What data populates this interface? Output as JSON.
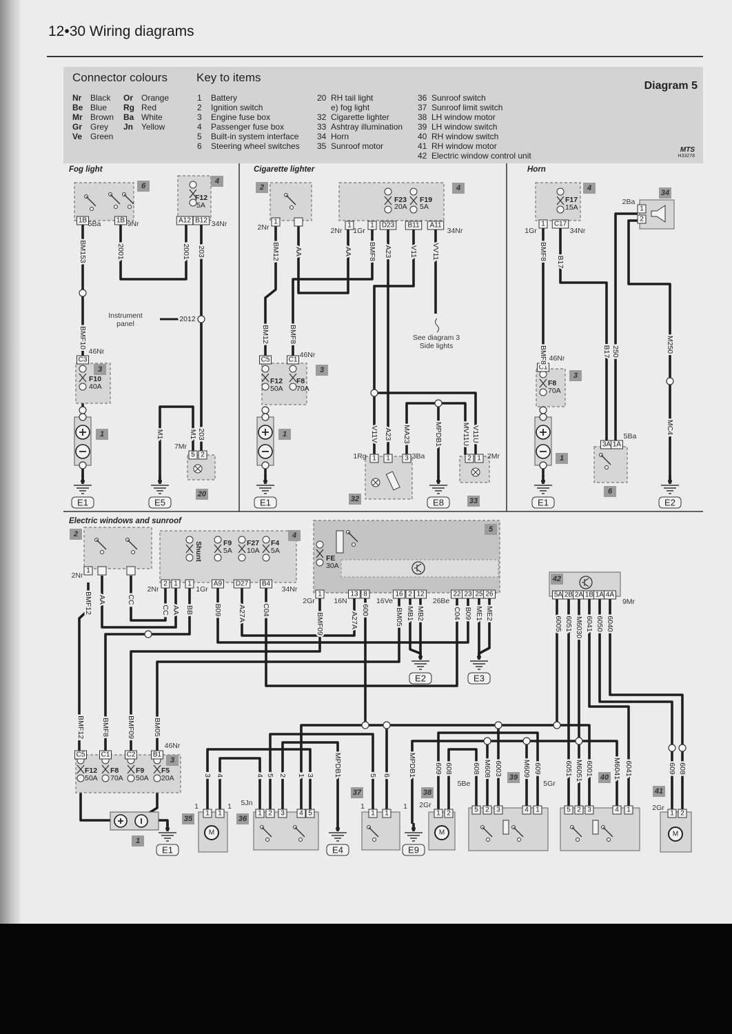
{
  "page_header": "12•30 Wiring diagrams",
  "key_panel": {
    "connector_title": "Connector colours",
    "connector_colours": [
      {
        "code": "Nr",
        "name": "Black"
      },
      {
        "code": "Or",
        "name": "Orange"
      },
      {
        "code": "Be",
        "name": "Blue"
      },
      {
        "code": "Rg",
        "name": "Red"
      },
      {
        "code": "Mr",
        "name": "Brown"
      },
      {
        "code": "Ba",
        "name": "White"
      },
      {
        "code": "Gr",
        "name": "Grey"
      },
      {
        "code": "Jn",
        "name": "Yellow"
      },
      {
        "code": "Ve",
        "name": "Green"
      }
    ],
    "key_title": "Key to items",
    "items": [
      {
        "num": "1",
        "label": "Battery"
      },
      {
        "num": "2",
        "label": "Ignition switch"
      },
      {
        "num": "3",
        "label": "Engine fuse box"
      },
      {
        "num": "4",
        "label": "Passenger fuse box"
      },
      {
        "num": "5",
        "label": "Built-in system interface"
      },
      {
        "num": "6",
        "label": "Steering wheel switches"
      },
      {
        "num": "20",
        "label": "RH tail light"
      },
      {
        "num": "",
        "label": "e) fog light"
      },
      {
        "num": "32",
        "label": "Cigarette lighter"
      },
      {
        "num": "33",
        "label": "Ashtray illumination"
      },
      {
        "num": "34",
        "label": "Horn"
      },
      {
        "num": "35",
        "label": "Sunroof motor"
      },
      {
        "num": "36",
        "label": "Sunroof switch"
      },
      {
        "num": "37",
        "label": "Sunroof limit switch"
      },
      {
        "num": "38",
        "label": "LH window motor"
      },
      {
        "num": "39",
        "label": "LH window switch"
      },
      {
        "num": "40",
        "label": "RH window switch"
      },
      {
        "num": "41",
        "label": "RH window motor"
      },
      {
        "num": "42",
        "label": "Electric window control unit"
      }
    ],
    "diagram_label": "Diagram 5",
    "publisher_code": "MTS",
    "reference": "H33278"
  },
  "motor_symbol": "M",
  "fog": {
    "title": "Fog light",
    "wires": [
      "BM153",
      "BMF10",
      "2001",
      "2001",
      "203",
      "203",
      "M1",
      "M1",
      "2012"
    ],
    "pins": [
      "1B",
      "1B",
      "A12",
      "B12",
      "C3",
      "5",
      "2"
    ],
    "notes": [
      "5Ba",
      "9Nr",
      "34Nr",
      "46Nr",
      "7Mr",
      "Instrument",
      "panel"
    ],
    "fuses": [
      "F12",
      "5A",
      "F10",
      "40A"
    ],
    "components": [
      "6",
      "4",
      "3",
      "1",
      "20"
    ],
    "grounds": [
      "E1",
      "E5"
    ]
  },
  "cig": {
    "title": "Cigarette lighter",
    "wires": [
      "BM12",
      "AA",
      "AA",
      "BMF8",
      "A23",
      "V11",
      "VV11",
      "BM12",
      "BMF8",
      "V11V",
      "A23",
      "MA23",
      "MPDB1",
      "MV11U",
      "V11U"
    ],
    "pins": [
      "1",
      "1",
      "1",
      "D23",
      "B11",
      "A11",
      "C5",
      "C1",
      "1",
      "1",
      "3",
      "2",
      "1"
    ],
    "notes": [
      "2Nr",
      "2Nr",
      "1Gr",
      "34Nr",
      "46Nr",
      "1Rg",
      "3Ba",
      "2Mr",
      "See diagram 3",
      "Side lights"
    ],
    "fuses": [
      "F23",
      "20A",
      "F19",
      "5A",
      "F12",
      "50A",
      "F8",
      "70A"
    ],
    "components": [
      "2",
      "4",
      "3",
      "1",
      "32",
      "33"
    ],
    "grounds": [
      "E1",
      "E8"
    ]
  },
  "horn": {
    "title": "Horn",
    "wires": [
      "BMF8",
      "B17",
      "BMF8",
      "B17",
      "250",
      "M250",
      "MC4"
    ],
    "pins": [
      "1",
      "C17",
      "C1",
      "1",
      "2",
      "3A",
      "1A"
    ],
    "notes": [
      "1Gr",
      "34Nr",
      "46Nr",
      "2Ba",
      "5Ba"
    ],
    "fuses": [
      "F17",
      "15A",
      "F8",
      "70A"
    ],
    "components": [
      "4",
      "3",
      "1",
      "34",
      "6"
    ],
    "grounds": [
      "E1",
      "E2"
    ]
  },
  "win": {
    "title": "Electric windows and sunroof",
    "wires": [
      "BMF12",
      "AA",
      "CC",
      "CC",
      "AA",
      "BB",
      "B09",
      "A27A",
      "C04",
      "BMF09",
      "A27A",
      "600",
      "BM05",
      "MB1",
      "MB2",
      "C04",
      "B09",
      "ME1",
      "ME2",
      "6005",
      "6051",
      "M6030",
      "6041",
      "6050",
      "6040",
      "BMF12",
      "BMF8",
      "BMF09",
      "BM05",
      "3",
      "4",
      "4",
      "5",
      "2",
      "1",
      "3",
      "MPDB1",
      "5",
      "6",
      "MPDB1",
      "609",
      "608",
      "608",
      "M608",
      "6003",
      "M609",
      "609",
      "6051",
      "M6051",
      "6001",
      "M6041",
      "6041",
      "609",
      "608"
    ],
    "pins": [
      "1",
      "2",
      "1",
      "1",
      "A9",
      "D27",
      "B4",
      "1",
      "13",
      "8",
      "16",
      "2",
      "12",
      "22",
      "23",
      "25",
      "26",
      "5A",
      "2B",
      "2A",
      "1B",
      "1A",
      "4A",
      "C5",
      "C1",
      "C2",
      "B1",
      "1",
      "1",
      "1",
      "2",
      "3",
      "4",
      "5",
      "1",
      "1",
      "1",
      "2",
      "5",
      "2",
      "3",
      "4",
      "1",
      "5",
      "2",
      "3",
      "4",
      "1",
      "1",
      "2"
    ],
    "notes": [
      "2Nr",
      "2Nr",
      "1Gr",
      "34Nr",
      "2Gr",
      "16N",
      "16Ve",
      "26Be",
      "9Mr",
      "46Nr",
      "1",
      "1",
      "5Jn",
      "1",
      "1",
      "2Gr",
      "5Be",
      "5Gr",
      "2Gr"
    ],
    "fuses": [
      "Shunt",
      "F9",
      "5A",
      "F27",
      "10A",
      "F4",
      "5A",
      "FE",
      "30A",
      "F12",
      "50A",
      "F8",
      "70A",
      "F9",
      "50A",
      "F5",
      "20A"
    ],
    "components": [
      "2",
      "4",
      "5",
      "42",
      "3",
      "1",
      "35",
      "36",
      "37",
      "38",
      "39",
      "40",
      "41"
    ],
    "grounds": [
      "E1",
      "E2",
      "E3",
      "E4",
      "E9"
    ]
  }
}
